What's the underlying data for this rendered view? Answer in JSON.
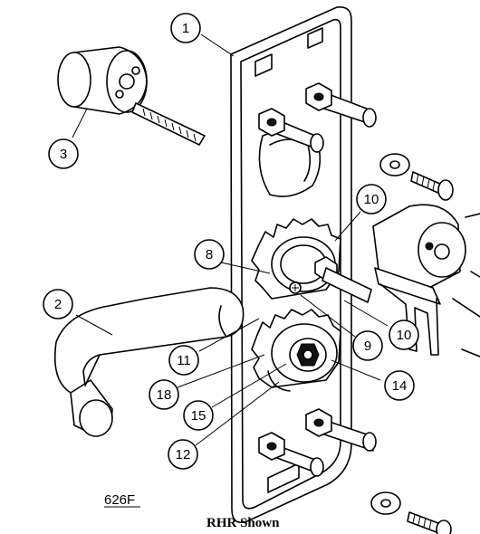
{
  "model": "626F",
  "caption": "RHR Shown",
  "callouts": {
    "c1": "1",
    "c2": "2",
    "c3": "3",
    "c8": "8",
    "c9": "9",
    "c10a": "10",
    "c10b": "10",
    "c11": "11",
    "c12": "12",
    "c14": "14",
    "c15": "15",
    "c18": "18"
  }
}
